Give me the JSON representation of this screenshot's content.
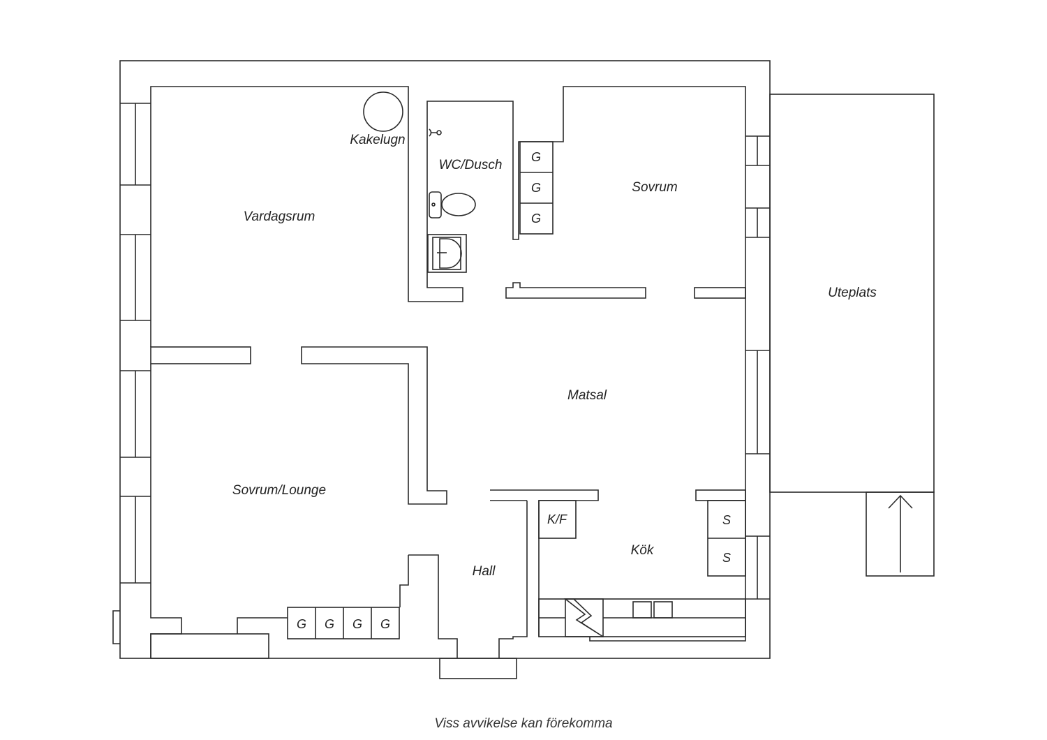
{
  "rooms": {
    "vardagsrum": "Vardagsrum",
    "kakelugn": "Kakelugn",
    "wc": "WC/Dusch",
    "sovrum": "Sovrum",
    "uteplats": "Uteplats",
    "matsal": "Matsal",
    "lounge": "Sovrum/Lounge",
    "hall": "Hall",
    "kok": "Kök"
  },
  "fixtures": {
    "closet": "G",
    "kf": "K/F",
    "storage": "S"
  },
  "footer_note": "Viss avvikelse kan förekomma"
}
